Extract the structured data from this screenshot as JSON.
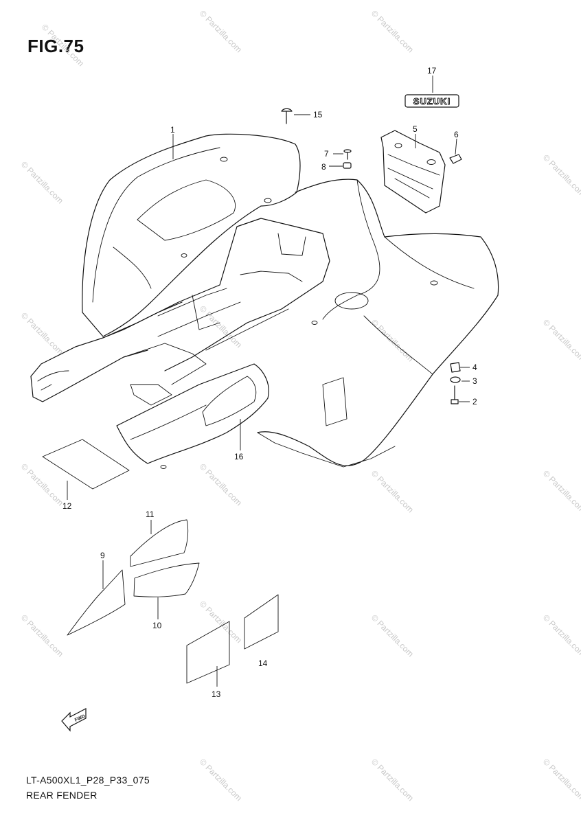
{
  "figure": {
    "title": "FIG.75",
    "model_code": "LT-A500XL1_P28_P33_075",
    "section_name": "REAR FENDER"
  },
  "logos": {
    "brand": "SUZUKI",
    "direction_arrow": "FWD"
  },
  "watermark": "© Partzilla.com",
  "callouts": [
    {
      "id": "c1",
      "label": "1"
    },
    {
      "id": "c2",
      "label": "2"
    },
    {
      "id": "c3",
      "label": "3"
    },
    {
      "id": "c4",
      "label": "4"
    },
    {
      "id": "c5",
      "label": "5"
    },
    {
      "id": "c6",
      "label": "6"
    },
    {
      "id": "c7",
      "label": "7"
    },
    {
      "id": "c8",
      "label": "8"
    },
    {
      "id": "c9",
      "label": "9"
    },
    {
      "id": "c10",
      "label": "10"
    },
    {
      "id": "c11",
      "label": "11"
    },
    {
      "id": "c12",
      "label": "12"
    },
    {
      "id": "c13",
      "label": "13"
    },
    {
      "id": "c14",
      "label": "14"
    },
    {
      "id": "c15",
      "label": "15"
    },
    {
      "id": "c16",
      "label": "16"
    },
    {
      "id": "c17",
      "label": "17"
    }
  ]
}
